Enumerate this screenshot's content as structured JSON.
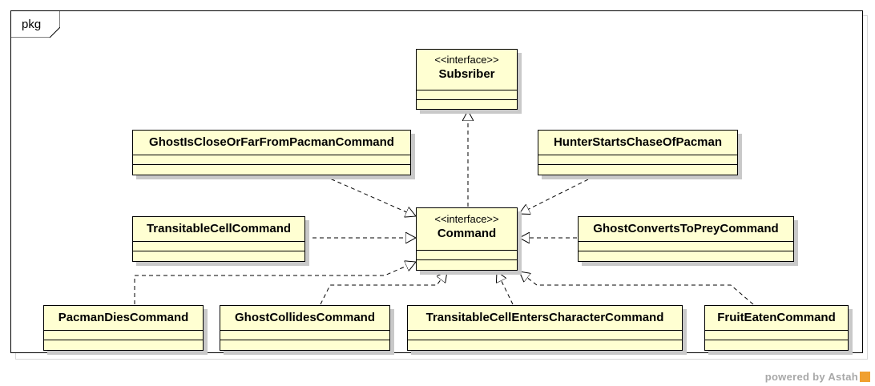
{
  "package": {
    "label": "pkg"
  },
  "watermark": {
    "text": "powered by Astah"
  },
  "stereotype": "<<interface>>",
  "classes": {
    "subsriber": {
      "name": "Subsriber"
    },
    "command": {
      "name": "Command"
    },
    "ghost_close_far": {
      "name": "GhostIsCloseOrFarFromPacmanCommand"
    },
    "hunter_chase": {
      "name": "HunterStartsChaseOfPacman"
    },
    "transitable_cell": {
      "name": "TransitableCellCommand"
    },
    "ghost_prey": {
      "name": "GhostConvertsToPreyCommand"
    },
    "pacman_dies": {
      "name": "PacmanDiesCommand"
    },
    "ghost_collides": {
      "name": "GhostCollidesCommand"
    },
    "cell_enters": {
      "name": "TransitableCellEntersCharacterCommand"
    },
    "fruit_eaten": {
      "name": "FruitEatenCommand"
    }
  },
  "colors": {
    "class_fill": "#ffffd2",
    "line": "#000000",
    "shadow": "#c9c9c9"
  }
}
